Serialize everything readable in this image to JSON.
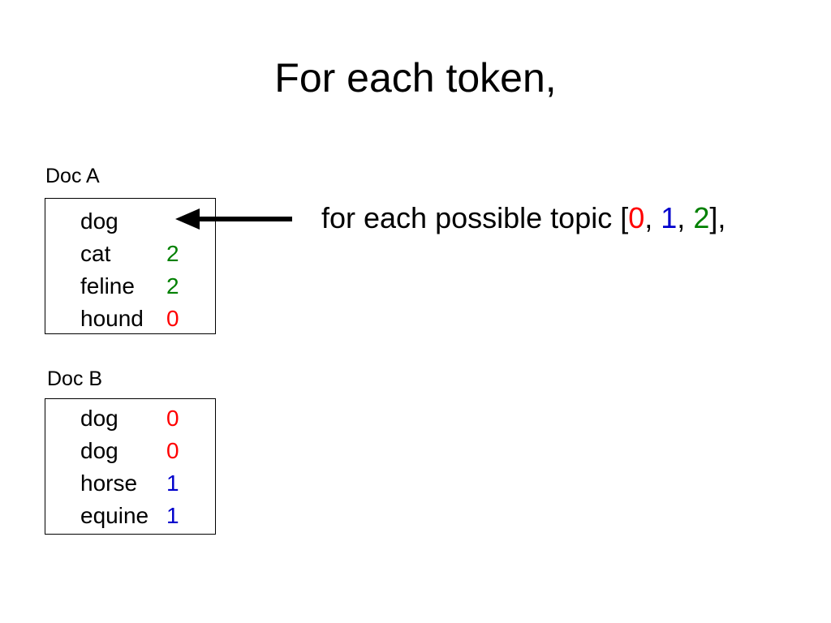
{
  "slide": {
    "title": "For each token,"
  },
  "colors": {
    "topic_0": "#ff0000",
    "topic_1": "#0000cc",
    "topic_2": "#008000",
    "text": "#000000"
  },
  "docs": [
    {
      "label": "Doc A",
      "tokens": [
        {
          "word": "dog",
          "topic": ""
        },
        {
          "word": "cat",
          "topic": "2"
        },
        {
          "word": "feline",
          "topic": "2"
        },
        {
          "word": "hound",
          "topic": "0"
        }
      ]
    },
    {
      "label": "Doc B",
      "tokens": [
        {
          "word": "dog",
          "topic": "0"
        },
        {
          "word": "dog",
          "topic": "0"
        },
        {
          "word": "horse",
          "topic": "1"
        },
        {
          "word": "equine",
          "topic": "1"
        }
      ]
    }
  ],
  "pointer": {
    "icon": "left-arrow-icon"
  },
  "caption": {
    "prefix": "for each possible topic [",
    "topics": [
      "0",
      "1",
      "2"
    ],
    "separator": ", ",
    "suffix": "],"
  }
}
